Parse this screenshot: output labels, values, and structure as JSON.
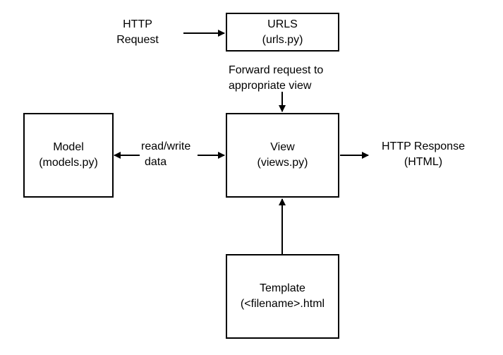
{
  "nodes": {
    "urls": {
      "title": "URLS",
      "subtitle": "(urls.py)"
    },
    "model": {
      "title": "Model",
      "subtitle": "(models.py)"
    },
    "view": {
      "title": "View",
      "subtitle": "(views.py)"
    },
    "template": {
      "title": "Template",
      "subtitle": "(<filename>.html"
    }
  },
  "labels": {
    "http_request": [
      "HTTP",
      "Request"
    ],
    "forward": [
      "Forward request to",
      "appropriate view"
    ],
    "read_write": [
      "read/write",
      "data"
    ],
    "http_response": [
      "HTTP Response",
      "(HTML)"
    ]
  }
}
